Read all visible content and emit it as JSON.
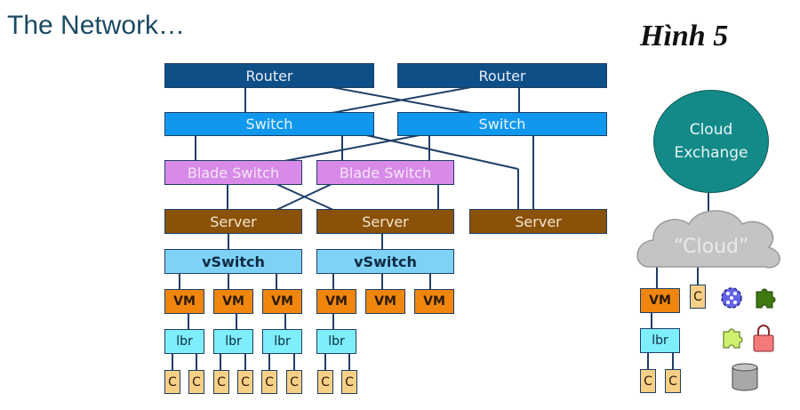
{
  "header": {
    "title": "The Network…",
    "figure_label": "Hình 5"
  },
  "routers": [
    "Router",
    "Router"
  ],
  "switches": [
    "Switch",
    "Switch"
  ],
  "blade_switches": [
    "Blade Switch",
    "Blade Switch"
  ],
  "servers": [
    "Server",
    "Server",
    "Server"
  ],
  "vswitches": [
    "vSwitch",
    "vSwitch"
  ],
  "vm_label": "VM",
  "lbr_label": "lbr",
  "container_label": "C",
  "cloud_exchange": {
    "line1": "Cloud",
    "line2": "Exchange"
  },
  "cloud": {
    "label": "“Cloud”"
  },
  "icons": [
    "gear-icon",
    "puzzle-piece-dark-icon",
    "puzzle-piece-light-icon",
    "lock-icon",
    "database-icon"
  ],
  "colors": {
    "router": "#0e4f88",
    "switch": "#1098ee",
    "blade_switch": "#d88ae8",
    "server": "#8a5208",
    "vswitch": "#7ed2f6",
    "vm": "#f0860e",
    "lbr": "#7eeefa",
    "container": "#f8cf86",
    "cloud_exchange": "#138a88"
  }
}
